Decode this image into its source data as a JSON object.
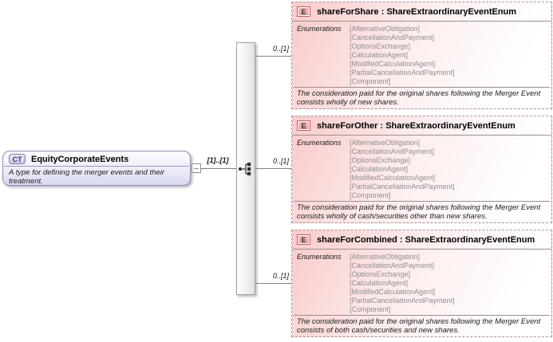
{
  "diagram": {
    "colors": {
      "complex_type_fill": "#dcdcf0",
      "complex_type_border": "#9090b4",
      "element_fill": "#f8caca",
      "element_border_dashed": "#ab9595",
      "badge_e_fill": "#ef9d9d",
      "badge_e_border": "#bf5f5f",
      "connector_line": "#808080",
      "enum_text": "#8f8f8f"
    },
    "complex_type": {
      "badge": "CT",
      "name": "EquityCorporateEvents",
      "description": "A type for defining the merger events and their treatment.",
      "cardinality": "[1]..[1]"
    },
    "connector": {
      "icon": "sequence-icon"
    },
    "elements": [
      {
        "badge": "E",
        "name": "shareForShare",
        "separator": " : ",
        "type": "ShareExtraordinaryEventEnum",
        "cardinality": "0..[1]",
        "enumerations_label": "Enumerations",
        "enumerations": [
          "[AlternativeObligation]",
          "[CancellationAndPayment]",
          "[OptionsExchange]",
          "[CalculationAgent]",
          "[ModifiedCalculationAgent]",
          "[PartialCancellationAndPayment]",
          "[Component]"
        ],
        "description": "The consideration paid for the original shares following the Merger Event consists wholly of new shares."
      },
      {
        "badge": "E",
        "name": "shareForOther",
        "separator": " : ",
        "type": "ShareExtraordinaryEventEnum",
        "cardinality": "0..[1]",
        "enumerations_label": "Enumerations",
        "enumerations": [
          "[AlternativeObligation]",
          "[CancellationAndPayment]",
          "[OptionsExchange]",
          "[CalculationAgent]",
          "[ModifiedCalculationAgent]",
          "[PartialCancellationAndPayment]",
          "[Component]"
        ],
        "description": "The consideration paid for the original shares following the Merger Event consists wholly of cash/securities other than new shares."
      },
      {
        "badge": "E",
        "name": "shareForCombined",
        "separator": " : ",
        "type": "ShareExtraordinaryEventEnum",
        "cardinality": "0..[1]",
        "enumerations_label": "Enumerations",
        "enumerations": [
          "[AlternativeObligation]",
          "[CancellationAndPayment]",
          "[OptionsExchange]",
          "[CalculationAgent]",
          "[ModifiedCalculationAgent]",
          "[PartialCancellationAndPayment]",
          "[Component]"
        ],
        "description": "The consideration paid for the original shares following the Merger Event consists of both cash/securities and new shares."
      }
    ]
  }
}
